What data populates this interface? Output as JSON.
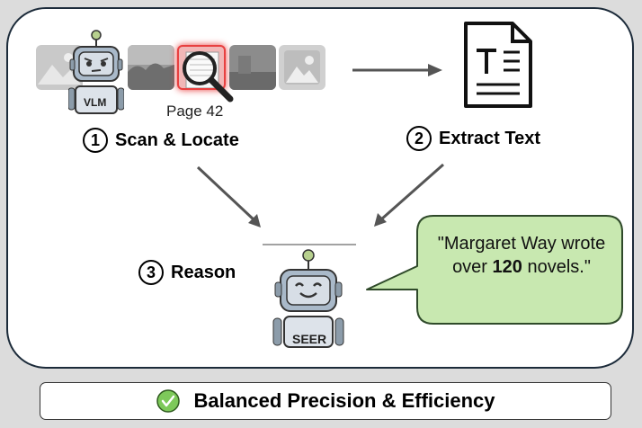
{
  "steps": {
    "scan": {
      "number": "1",
      "label": "Scan & Locate"
    },
    "extract": {
      "number": "2",
      "label": "Extract Text"
    },
    "reason": {
      "number": "3",
      "label": "Reason"
    }
  },
  "page_label": "Page 42",
  "robots": {
    "vlm": {
      "tag": "VLM"
    },
    "seer": {
      "tag": "SEER"
    }
  },
  "speech_bubble": {
    "quote_open": "\"Margaret Way wrote over ",
    "highlight": "120",
    "quote_close": " novels.\""
  },
  "footer": {
    "title": "Balanced Precision & Efficiency"
  },
  "colors": {
    "panel_border": "#1c2b3a",
    "bubble_fill": "#c8e8b0",
    "bubble_stroke": "#2f4a2a",
    "arrow": "#555555",
    "highlight_red": "#e84040",
    "check_green": "#7dc95a",
    "robot_body": "#a9b9c9"
  }
}
